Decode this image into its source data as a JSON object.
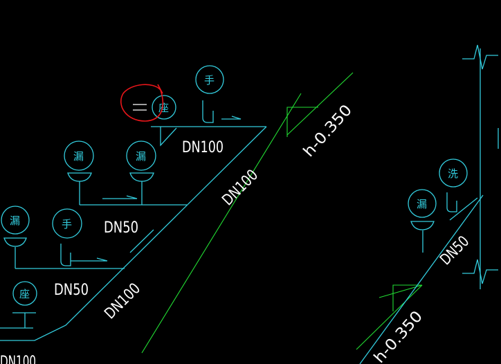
{
  "pipe_labels": {
    "dn100_top": "DN100",
    "dn100_diag_upper": "DN100",
    "dn50_mid": "DN50",
    "dn50_lower": "DN50",
    "dn100_diag_lower": "DN100",
    "dn100_bottom": "DN100",
    "dn50_right": "DN50"
  },
  "elevation_labels": {
    "upper": "h-0.350",
    "lower": "h-0.350"
  },
  "fixture_symbols": {
    "floor_drain": "漏",
    "washbasin": "手",
    "toilet": "座",
    "wash": "洗"
  },
  "colors": {
    "pipe": "#33ccdd",
    "slope_line": "#22dd33",
    "markup_circle": "#e8161a",
    "text": "#ffffff",
    "background": "#000000"
  }
}
